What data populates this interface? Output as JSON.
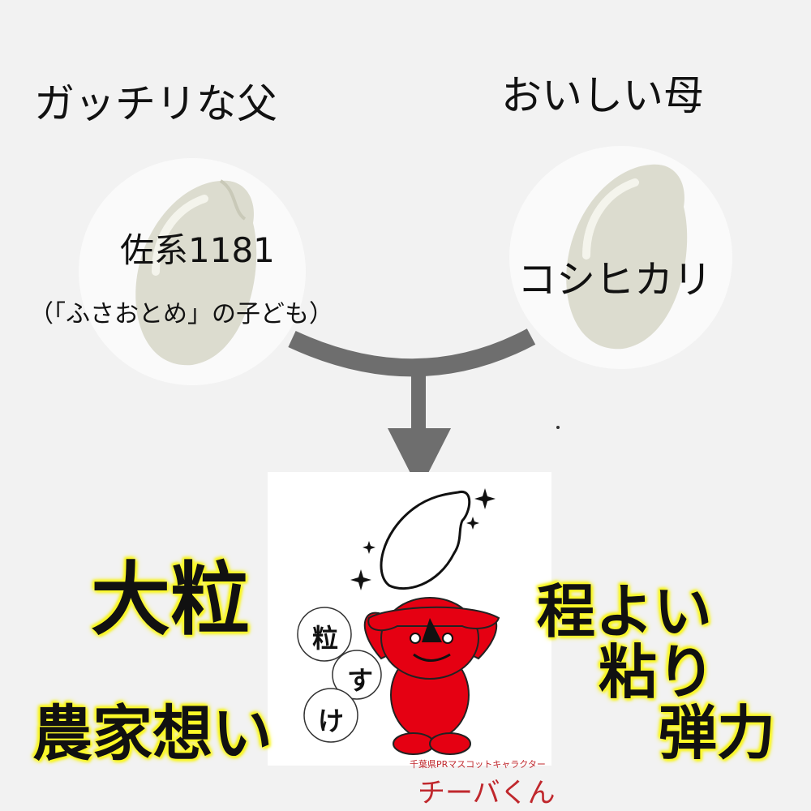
{
  "father": {
    "title": "ガッチリな父",
    "variety": "佐系1181",
    "note": "（「ふさおとめ」の子ども）"
  },
  "mother": {
    "title": "おいしい母",
    "variety": "コシヒカリ"
  },
  "child": {
    "bubble": [
      "粒",
      "す",
      "け"
    ],
    "mascot_caption": "千葉県PRマスコットキャラクター",
    "mascot_name": "チーバくん"
  },
  "features_left": [
    "大粒",
    "農家想い"
  ],
  "features_right": [
    "程よい",
    "粘り",
    "弾力"
  ],
  "colors": {
    "background": "#f2f2f2",
    "arrow": "#6e6e6e",
    "mascot": "#e50012",
    "glow": "#f6f000"
  }
}
